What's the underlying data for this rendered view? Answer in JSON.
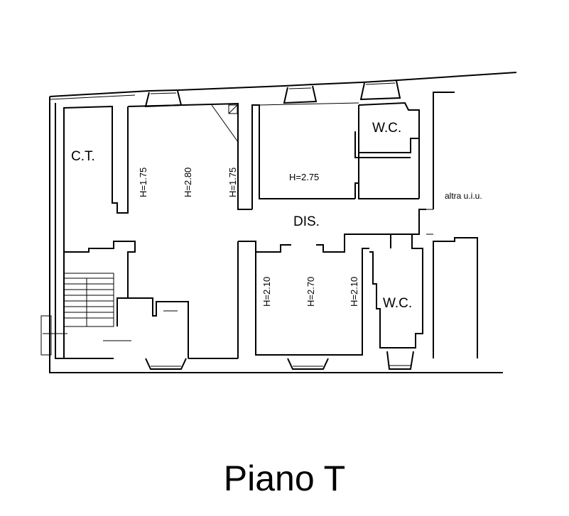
{
  "plan": {
    "rooms": {
      "ct": "C.T.",
      "wc_top": "W.C.",
      "wc_right": "W.C.",
      "dis": "DIS.",
      "other_unit": "altra u.i.u."
    },
    "heights": {
      "h175_left": "H=1.75",
      "h280": "H=2.80",
      "h175_right": "H=1.75",
      "h275": "H=2.75",
      "h210_left": "H=2.10",
      "h270": "H=2.70",
      "h210_right": "H=2.10"
    }
  },
  "title": "Piano T"
}
